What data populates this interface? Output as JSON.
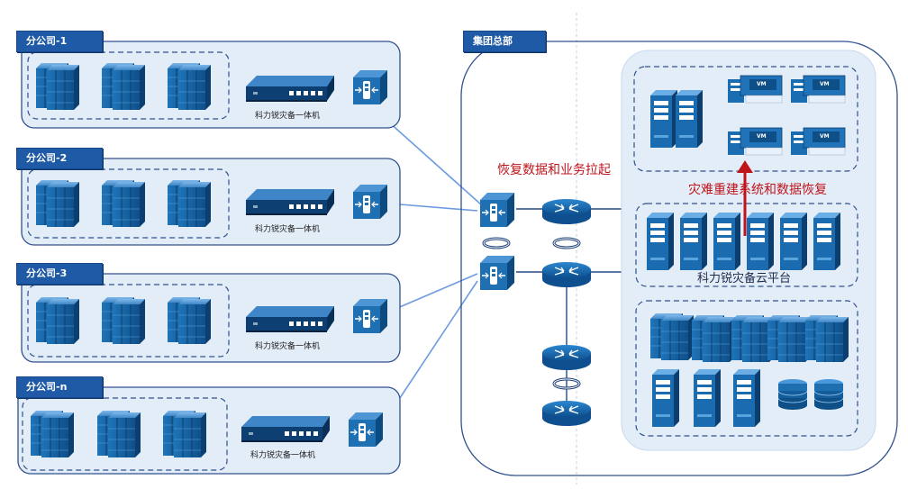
{
  "branches": [
    {
      "tag": "分公司-1",
      "device": "科力锐灾备一体机"
    },
    {
      "tag": "分公司-2",
      "device": "科力锐灾备一体机"
    },
    {
      "tag": "分公司-3",
      "device": "科力锐灾备一体机"
    },
    {
      "tag": "分公司-n",
      "device": "科力锐灾备一体机"
    }
  ],
  "hq": {
    "tag": "集团总部"
  },
  "annotations": {
    "restore_pull": "恢复数据和业务拉起",
    "rebuild": "灾难重建系统和数据恢复",
    "cloud_platform": "科力锐灾备云平台"
  },
  "vm_label": "VM",
  "colors": {
    "panel_fill": "#e3edf8",
    "panel_stroke": "#30528f",
    "tag_fill": "#1f5aa6",
    "link": "#6d9be0",
    "accent_red": "#c0141b",
    "device_blue": "#1d6fb0"
  }
}
